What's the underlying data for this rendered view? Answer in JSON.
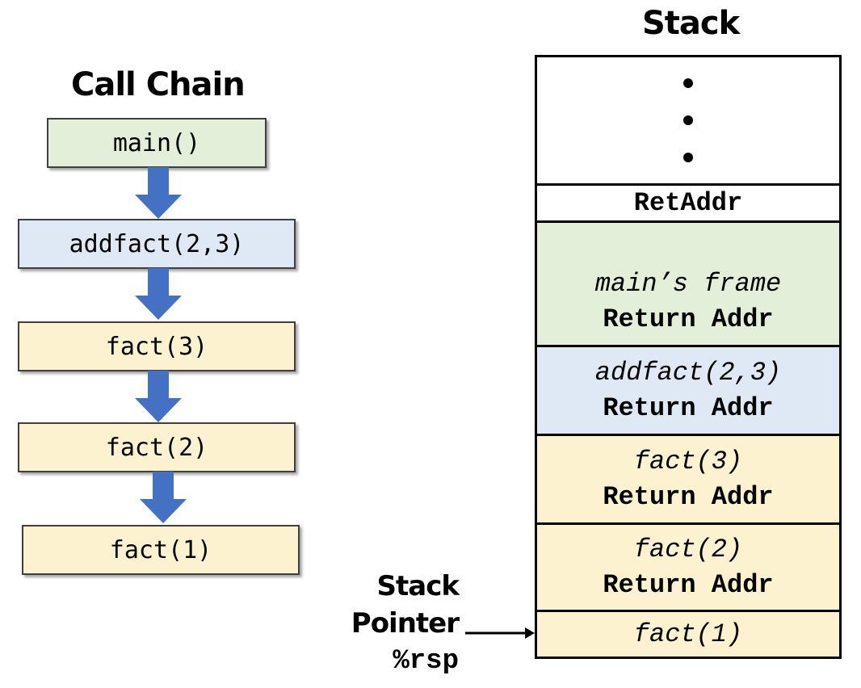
{
  "call_chain": {
    "title": "Call Chain",
    "calls": [
      {
        "label": "main()",
        "color": "#e3efd9"
      },
      {
        "label": "addfact(2,3)",
        "color": "#dfe9f5"
      },
      {
        "label": "fact(3)",
        "color": "#fcf2cf"
      },
      {
        "label": "fact(2)",
        "color": "#fcf2cf"
      },
      {
        "label": "fact(1)",
        "color": "#fcf2cf"
      }
    ],
    "arrow_color": "#4471c4"
  },
  "stack": {
    "title": "Stack",
    "top_cell": "RetAddr",
    "frames": [
      {
        "frame_label": "main’s frame",
        "ret_label": "Return Addr",
        "color": "#e3efd9"
      },
      {
        "frame_label": "addfact(2,3)",
        "ret_label": "Return Addr",
        "color": "#dfe9f5"
      },
      {
        "frame_label": "fact(3)",
        "ret_label": "Return Addr",
        "color": "#fcf2cf"
      },
      {
        "frame_label": "fact(2)",
        "ret_label": "Return Addr",
        "color": "#fcf2cf"
      },
      {
        "frame_label": "fact(1)",
        "ret_label": "",
        "color": "#fcf2cf"
      }
    ]
  },
  "stack_pointer": {
    "line1": "Stack",
    "line2": "Pointer",
    "register": "%rsp"
  }
}
